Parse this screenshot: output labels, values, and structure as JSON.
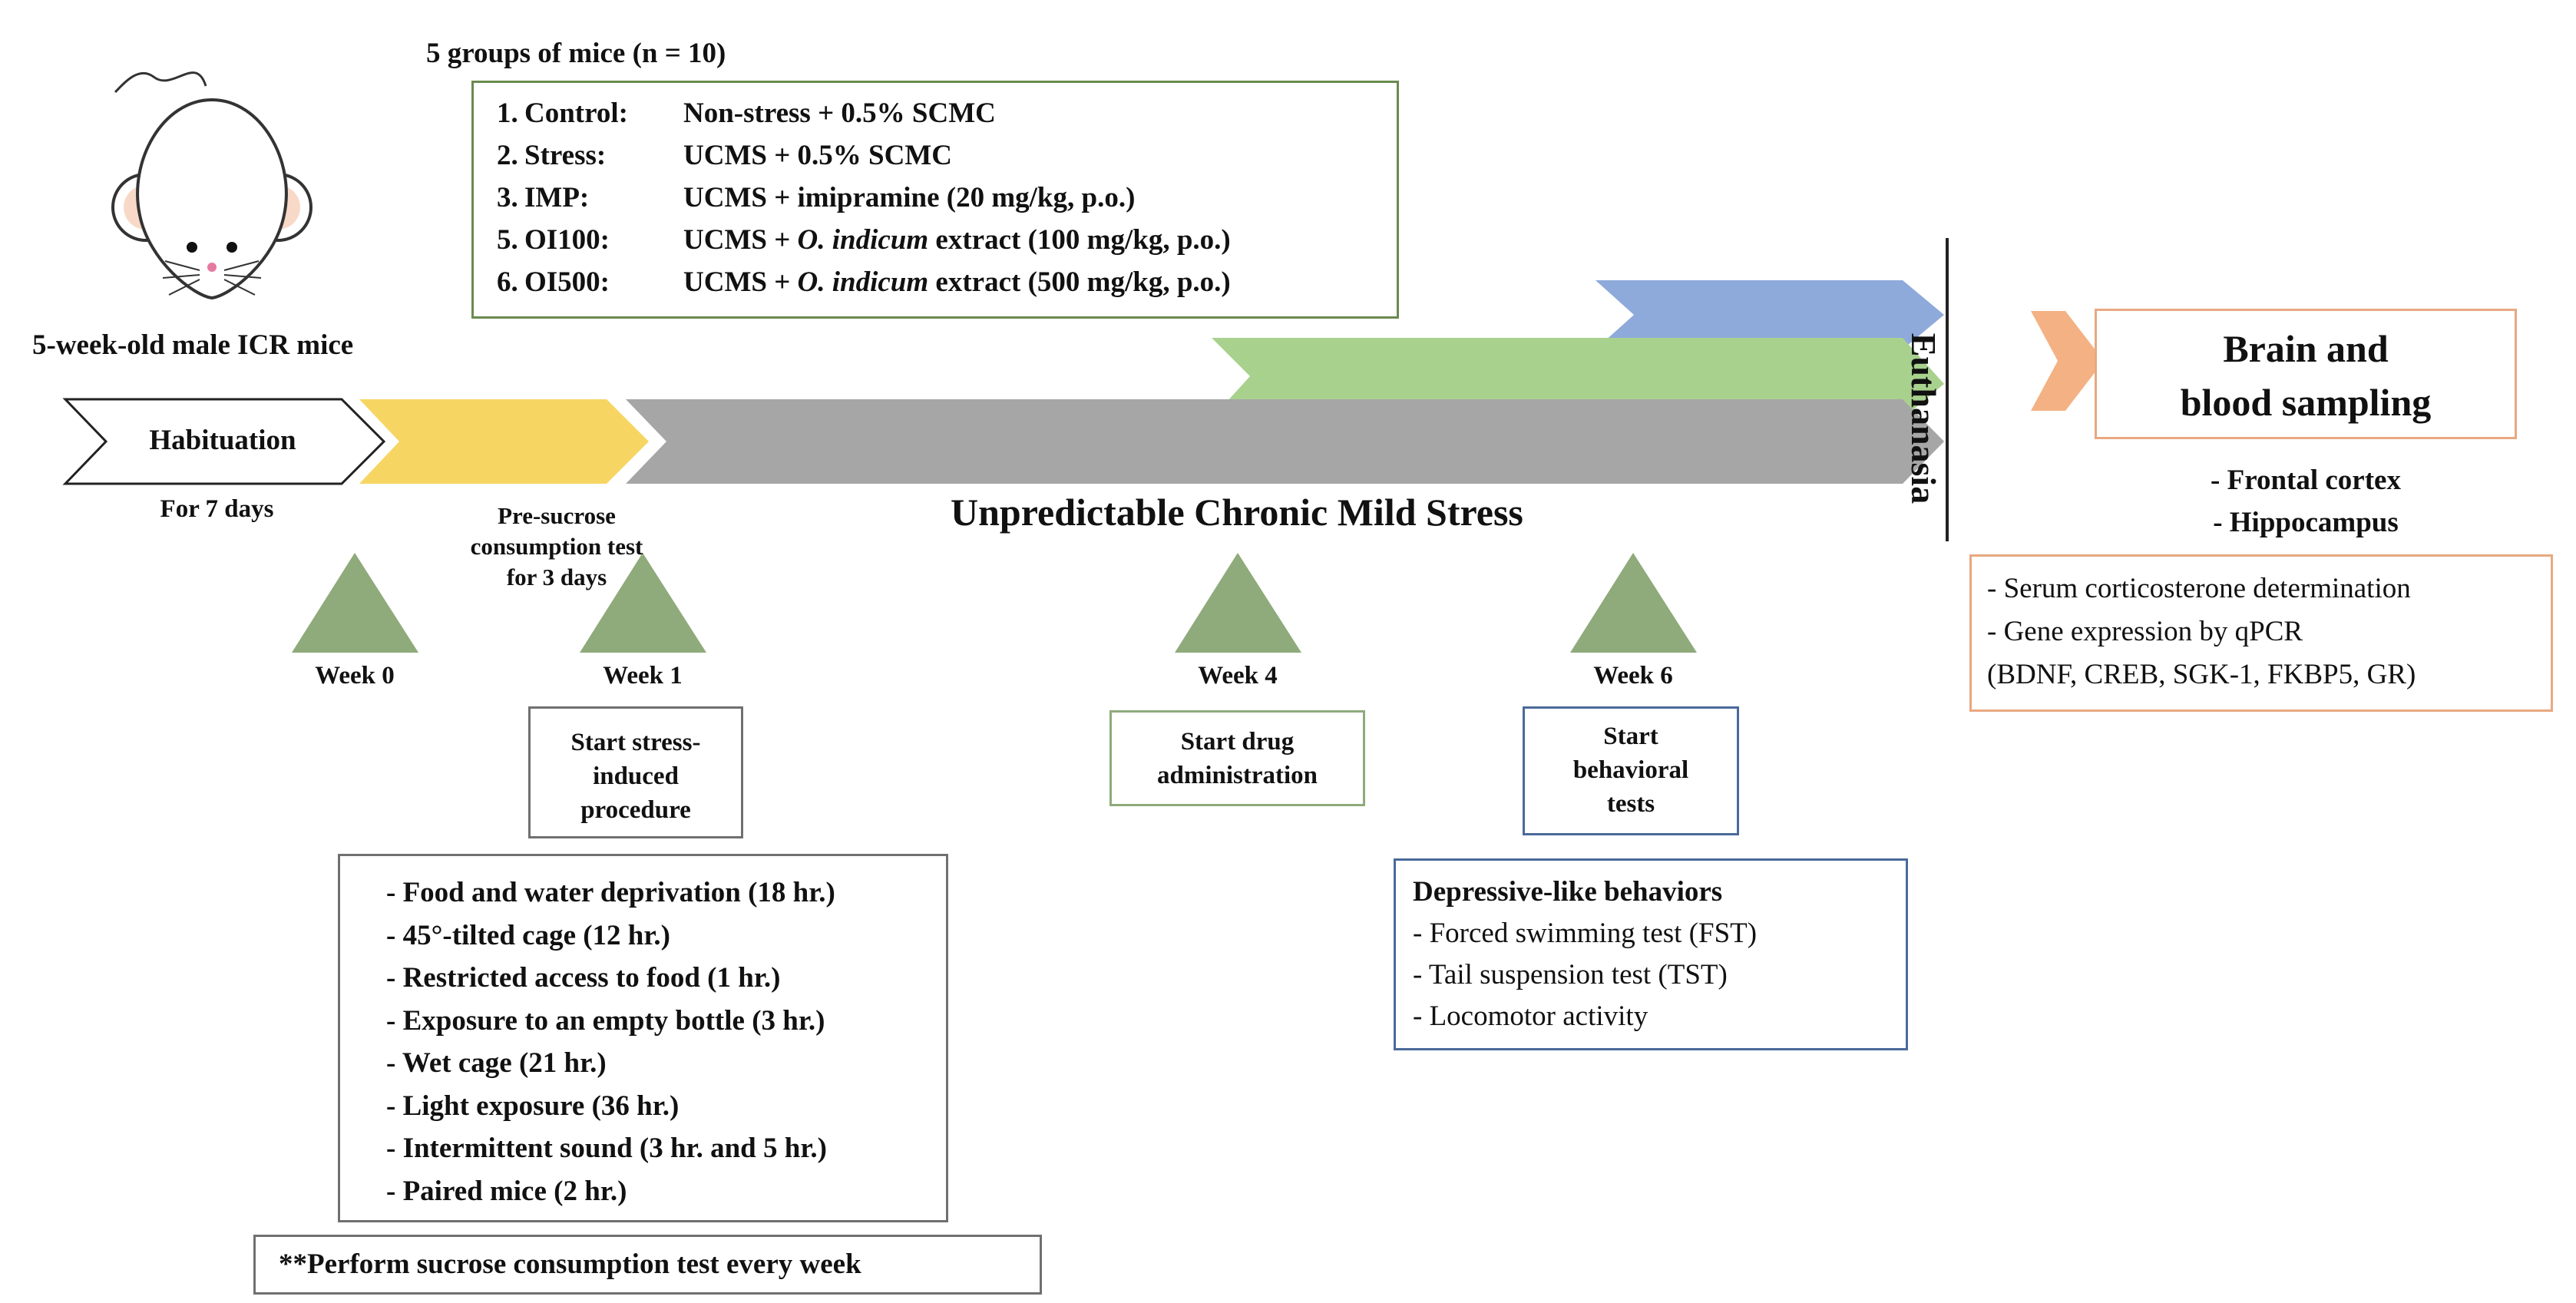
{
  "groups": {
    "title": "5 groups of mice (n = 10)",
    "items": [
      {
        "num": "1.",
        "name": "Control:",
        "pre": "Non-stress + 0.5% SCMC",
        "italic": "",
        "post": ""
      },
      {
        "num": "2.",
        "name": "Stress:",
        "pre": "UCMS + 0.5% SCMC",
        "italic": "",
        "post": ""
      },
      {
        "num": "3.",
        "name": "IMP:",
        "pre": "UCMS + imipramine (20 mg/kg, p.o.)",
        "italic": "",
        "post": ""
      },
      {
        "num": "5.",
        "name": "OI100:",
        "pre": "UCMS + ",
        "italic": "O. indicum",
        "post": " extract (100 mg/kg, p.o.)"
      },
      {
        "num": "6.",
        "name": "OI500:",
        "pre": "UCMS + ",
        "italic": "O. indicum",
        "post": " extract (500 mg/kg, p.o.)"
      }
    ]
  },
  "mice_label": "5-week-old male ICR mice",
  "habituation": {
    "label": "Habituation",
    "duration": "For 7 days"
  },
  "pre_sucrose": [
    "Pre-sucrose",
    "consumption test",
    "for 3 days"
  ],
  "ucms_title": "Unpredictable Chronic Mild Stress",
  "euthanasia": "Euthanasia",
  "sampling": {
    "title_lines": [
      "Brain and",
      "blood sampling"
    ],
    "regions": [
      "- Frontal cortex",
      "- Hippocampus"
    ],
    "assays": [
      "- Serum corticosterone determination",
      "- Gene expression by qPCR",
      "(BDNF, CREB, SGK-1, FKBP5, GR)"
    ]
  },
  "weeks": [
    "Week 0",
    "Week 1",
    "Week 4",
    "Week 6"
  ],
  "milestones": {
    "stress": [
      "Start stress-",
      "induced",
      "procedure"
    ],
    "drug": [
      "Start drug",
      "administration"
    ],
    "behavior": [
      "Start",
      "behavioral",
      "tests"
    ]
  },
  "stressors": [
    "- Food and water deprivation (18 hr.)",
    "- 45°-tilted cage (12 hr.)",
    "- Restricted access to food (1 hr.)",
    "- Exposure to an empty bottle (3 hr.)",
    "- Wet cage (21 hr.)",
    "- Light exposure (36 hr.)",
    "- Intermittent  sound (3 hr. and 5 hr.)",
    "- Paired mice (2 hr.)"
  ],
  "sucrose_note": "**Perform sucrose consumption test every week",
  "behaviors": {
    "title": "Depressive-like behaviors",
    "items": [
      "- Forced swimming test (FST)",
      "- Tail suspension test (TST)",
      "- Locomotor activity"
    ]
  },
  "colors": {
    "yellow": "#f7d563",
    "gray": "#a6a6a6",
    "green": "#a9d18e",
    "blue": "#8eaadb",
    "olive": "#8faa7b",
    "orange": "#f4b183",
    "box_green": "#6a8a4e",
    "box_blue": "#4a6a9a",
    "box_orange": "#e8a880",
    "box_gray": "#707070"
  }
}
